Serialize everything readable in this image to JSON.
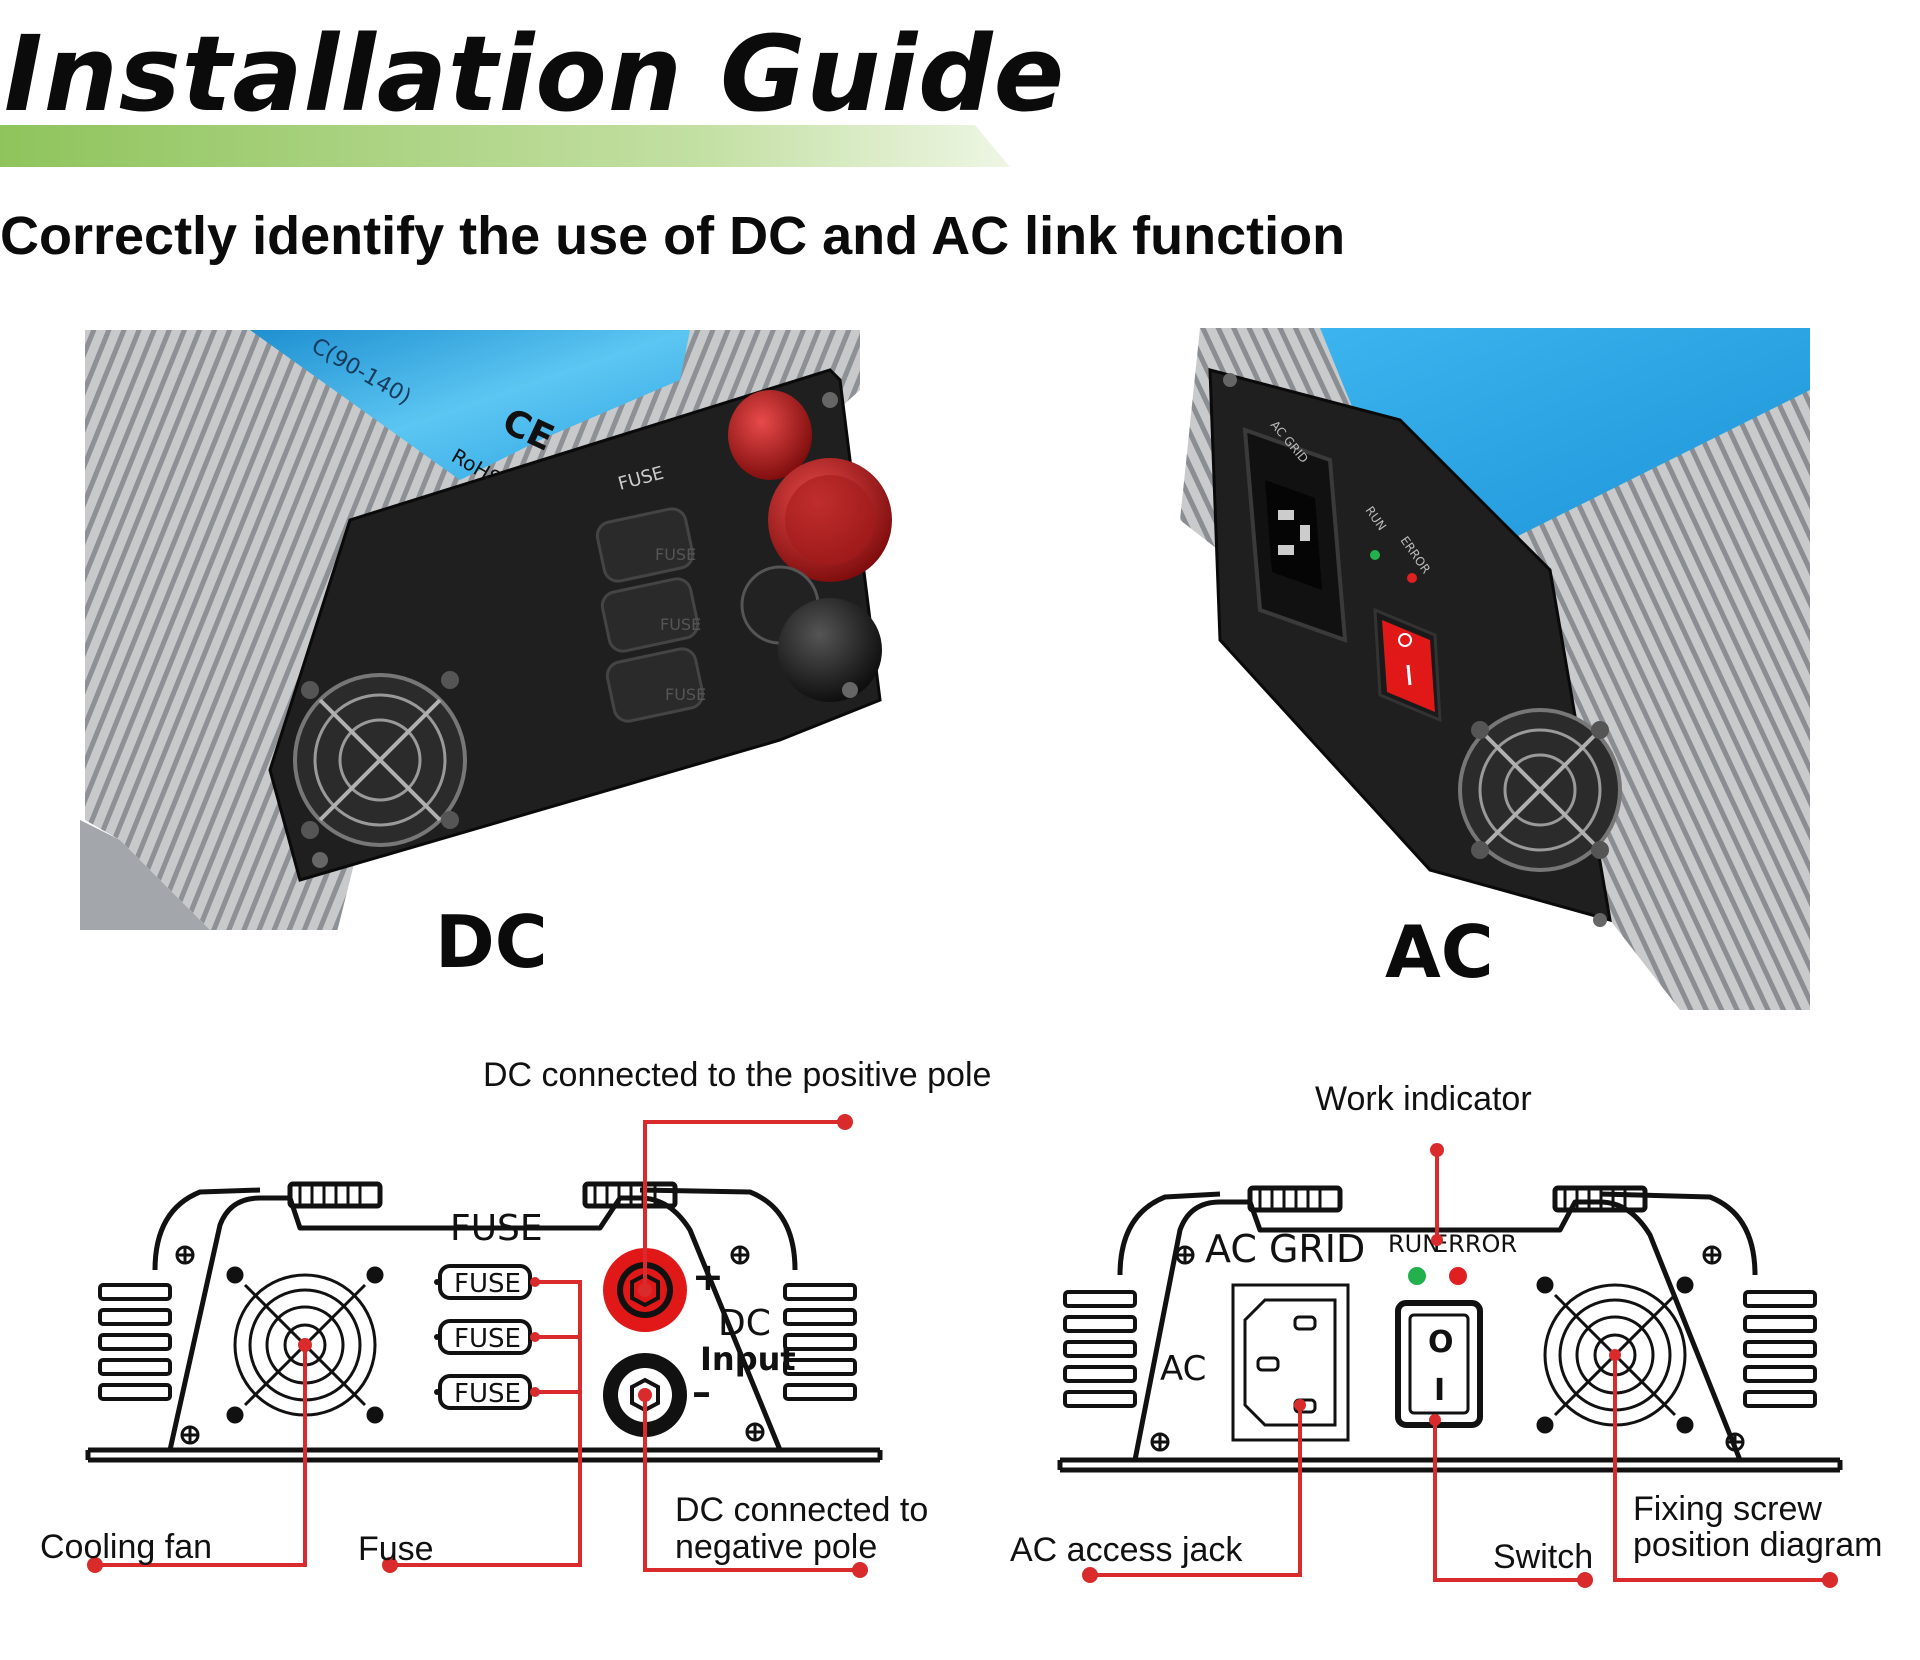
{
  "header": {
    "title": "Installation Guide",
    "subtitle": "Correctly identify the use of DC and AC link function"
  },
  "photos": {
    "dc_label": "DC",
    "ac_label": "AC",
    "dc_panel_text": {
      "fuse_label": "FUSE",
      "rohs": "RoHS",
      "ce": "CE",
      "rating": "C(90-140)",
      "fuse_caps": [
        "FUSE",
        "FUSE",
        "FUSE"
      ]
    },
    "ac_panel_text": {
      "ac_grid": "AC GRID",
      "run": "RUN",
      "error": "ERROR"
    }
  },
  "dc_diagram": {
    "panel_fuse_label": "FUSE",
    "fuse_holders": [
      "FUSE",
      "FUSE",
      "FUSE"
    ],
    "dc_input_label_1": "DC",
    "dc_input_label_2": "Input",
    "plus_sign": "+",
    "minus_sign": "–",
    "callouts": {
      "positive": "DC connected to the positive pole",
      "negative_1": "DC connected to",
      "negative_2": "negative pole",
      "cooling_fan": "Cooling fan",
      "fuse": "Fuse"
    }
  },
  "ac_diagram": {
    "panel_ac_grid_label": "AC GRID",
    "run_label": "RUN",
    "error_label": "ERROR",
    "ac_label": "AC",
    "switch_off": "O",
    "switch_on": "I",
    "callouts": {
      "work_indicator": "Work indicator",
      "ac_access_jack": "AC access jack",
      "switch": "Switch",
      "fixing_screw_1": "Fixing screw",
      "fixing_screw_2": "position diagram"
    }
  },
  "colors": {
    "callout_line": "#d92b2b",
    "title_bar_start": "#9ccc6a",
    "title_bar_end": "#e4f0d6",
    "panel_blue": "#38b2ee",
    "heatsink": "#b9bcbf",
    "panel_black": "#1e1e1e",
    "positive_red": "#b3161b",
    "indicator_green": "#22b14c",
    "indicator_red": "#e02020"
  }
}
